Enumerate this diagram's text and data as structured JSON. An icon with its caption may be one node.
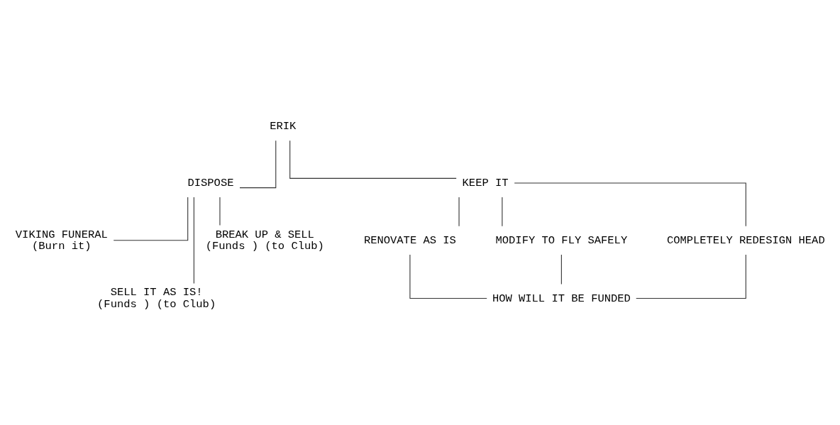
{
  "diagram": {
    "nodes": [
      {
        "text": [
          "ERIK"
        ]
      },
      {
        "text": [
          "DISPOSE"
        ]
      },
      {
        "text": [
          "KEEP IT"
        ]
      },
      {
        "text": [
          "VIKING FUNERAL",
          "(Burn it)"
        ]
      },
      {
        "text": [
          "SELL IT AS IS!",
          "(Funds ) (to Club)"
        ]
      },
      {
        "text": [
          "BREAK UP & SELL",
          "(Funds ) (to Club)"
        ]
      },
      {
        "text": [
          "RENOVATE AS IS"
        ]
      },
      {
        "text": [
          "MODIFY TO FLY SAFELY"
        ]
      },
      {
        "text": [
          "COMPLETELY REDESIGN HEAD"
        ]
      },
      {
        "text": [
          "HOW WILL IT BE FUNDED"
        ]
      }
    ],
    "edges": [
      {
        "from": 0,
        "to": 1,
        "arrow": "none"
      },
      {
        "from": 0,
        "to": 2,
        "arrow": "none"
      },
      {
        "from": 1,
        "to": 3,
        "arrow": "none"
      },
      {
        "from": 1,
        "to": 4,
        "arrow": "none"
      },
      {
        "from": 1,
        "to": 5,
        "arrow": "none"
      },
      {
        "from": 2,
        "to": 6,
        "arrow": "none"
      },
      {
        "from": 2,
        "to": 7,
        "arrow": "none"
      },
      {
        "from": 2,
        "to": 8,
        "arrow": "none"
      },
      {
        "from": 6,
        "to": 9,
        "arrow": "none"
      },
      {
        "from": 7,
        "to": 9,
        "arrow": "none"
      },
      {
        "from": 8,
        "to": 9,
        "arrow": "none"
      }
    ]
  }
}
